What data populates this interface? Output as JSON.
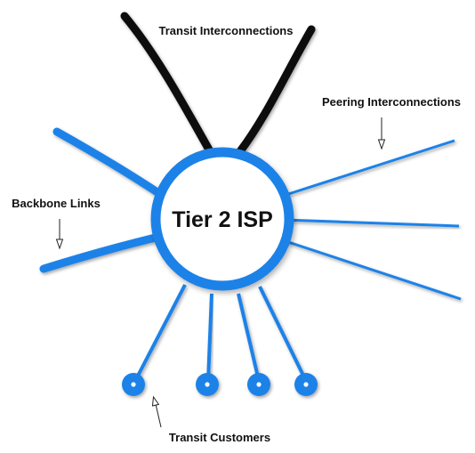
{
  "center": {
    "label": "Tier 2 ISP"
  },
  "labels": {
    "transit_interconnections": "Transit Interconnections",
    "peering_interconnections": "Peering Interconnections",
    "backbone_links": "Backbone Links",
    "transit_customers": "Transit Customers"
  },
  "colors": {
    "link_blue": "#1a82e8",
    "transit_black": "#0a0a0a",
    "background": "#ffffff"
  }
}
